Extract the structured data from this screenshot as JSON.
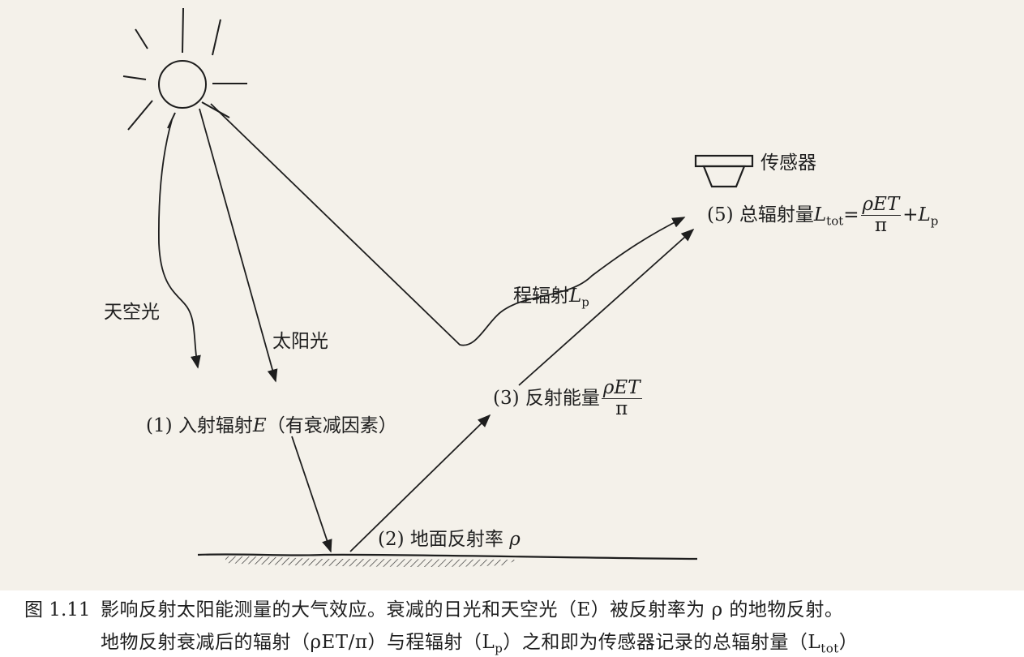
{
  "labels": {
    "sensor": "传感器",
    "skylight": "天空光",
    "sunlight": "太阳光",
    "path_radiance_prefix": "程辐射",
    "path_radiance_symbol": "L",
    "path_radiance_sub": "p",
    "incident": "(1) 入射辐射",
    "incident_symbol": "E",
    "incident_note": "（有衰减因素）",
    "surface_reflectance": "(2) 地面反射率",
    "rho": "ρ",
    "reflected_energy": "(3) 反射能量",
    "frac_num": "ρET",
    "frac_den": "π",
    "total_prefix": "(5) 总辐射量",
    "total_symbol": "L",
    "total_sub": "tot",
    "equals": "=",
    "plus": "+",
    "lp_symbol": "L",
    "lp_sub": "p"
  },
  "caption": {
    "figure_number": "图 1.11",
    "line1": "影响反射太阳能测量的大气效应。衰减的日光和天空光（E）被反射率为 ρ 的地物反射。",
    "line2_a": "地物反射衰减后的辐射（ρET/π）与程辐射（L",
    "line2_sub1": "p",
    "line2_b": "）之和即为传感器记录的总辐射量（L",
    "line2_sub2": "tot",
    "line2_c": "）"
  }
}
